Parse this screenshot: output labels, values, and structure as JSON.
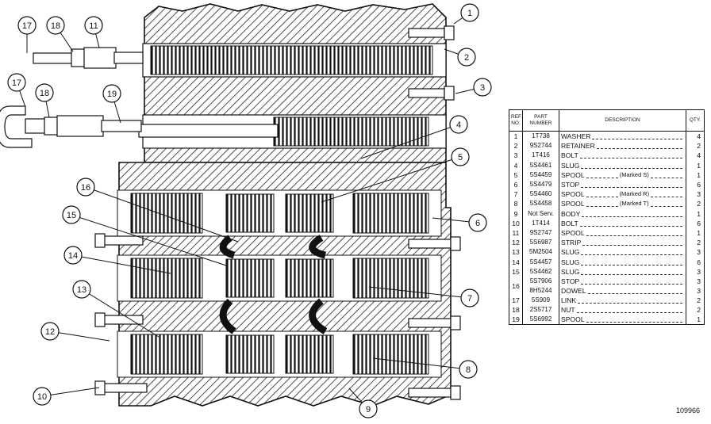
{
  "callouts": [
    "1",
    "2",
    "3",
    "4",
    "5",
    "6",
    "7",
    "8",
    "9",
    "10",
    "11",
    "12",
    "13",
    "14",
    "15",
    "16",
    "17",
    "18",
    "19"
  ],
  "table": {
    "headers": {
      "ref": "REF. NO.",
      "part": "PART NUMBER",
      "desc": "DESCRIPTION",
      "qty": "QTY."
    },
    "rows": [
      {
        "ref": "1",
        "part": "1T738",
        "name": "WASHER",
        "note": "",
        "qty": "4"
      },
      {
        "ref": "2",
        "part": "9S2744",
        "name": "RETAINER",
        "note": "",
        "qty": "2"
      },
      {
        "ref": "3",
        "part": "1T416",
        "name": "BOLT",
        "note": "",
        "qty": "4"
      },
      {
        "ref": "4",
        "part": "5S4461",
        "name": "SLUG",
        "note": "",
        "qty": "1"
      },
      {
        "ref": "5",
        "part": "5S4459",
        "name": "SPOOL",
        "note": "(Marked S)",
        "qty": "1"
      },
      {
        "ref": "6",
        "part": "5S4479",
        "name": "STOP",
        "note": "",
        "qty": "6"
      },
      {
        "ref": "7",
        "part": "5S4460",
        "name": "SPOOL",
        "note": "(Marked R)",
        "qty": "3"
      },
      {
        "ref": "8",
        "part": "5S4458",
        "name": "SPOOL",
        "note": "(Marked T)",
        "qty": "2"
      },
      {
        "ref": "9",
        "part": "Not Serv.",
        "name": "BODY",
        "note": "",
        "qty": "1"
      },
      {
        "ref": "10",
        "part": "1T414",
        "name": "BOLT",
        "note": "",
        "qty": "6"
      },
      {
        "ref": "11",
        "part": "9S2747",
        "name": "SPOOL",
        "note": "",
        "qty": "1"
      },
      {
        "ref": "12",
        "part": "5S6987",
        "name": "STRIP",
        "note": "",
        "qty": "2"
      },
      {
        "ref": "13",
        "part": "5M2504",
        "name": "SLUG",
        "note": "",
        "qty": "3"
      },
      {
        "ref": "14",
        "part": "5S4457",
        "name": "SLUG",
        "note": "",
        "qty": "6"
      },
      {
        "ref": "15",
        "part": "5S4462",
        "name": "SLUG",
        "note": "",
        "qty": "3"
      },
      {
        "ref": "16",
        "part": "5S7906",
        "part2": "8H5244",
        "name": "STOP",
        "name2": "DOWEL",
        "note": "",
        "qty": "3",
        "qty2": "3"
      },
      {
        "ref": "17",
        "part": "5S909",
        "name": "LINK",
        "note": "",
        "qty": "2"
      },
      {
        "ref": "18",
        "part": "2S5717",
        "name": "NUT",
        "note": "",
        "qty": "2"
      },
      {
        "ref": "19",
        "part": "5S6992",
        "name": "SPOOL",
        "note": "",
        "qty": "1"
      }
    ]
  },
  "figure_id": "109966"
}
